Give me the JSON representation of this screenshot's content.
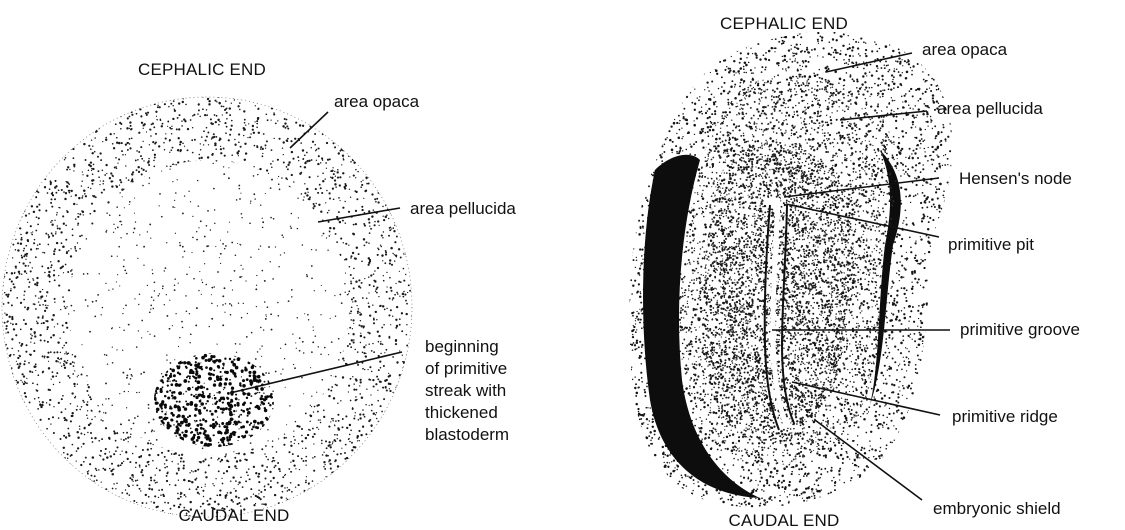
{
  "left_panel": {
    "top_label": "CEPHALIC END",
    "bottom_label": "CAUDAL END",
    "labels": {
      "area_opaca": "area opaca",
      "area_pellucida": "area pellucida",
      "streak_lines": [
        "beginning",
        "of primitive",
        "streak with",
        "thickened",
        "blastoderm"
      ]
    }
  },
  "right_panel": {
    "top_label": "CEPHALIC END",
    "bottom_label": "CAUDAL END",
    "labels": {
      "area_opaca": "area opaca",
      "area_pellucida": "area pellucida",
      "hensens_node": "Hensen's node",
      "primitive_pit": "primitive pit",
      "primitive_groove": "primitive groove",
      "primitive_ridge": "primitive ridge",
      "embryonic_shield": "embryonic shield"
    }
  },
  "colors": {
    "ink": "#111111",
    "background": "#ffffff"
  }
}
